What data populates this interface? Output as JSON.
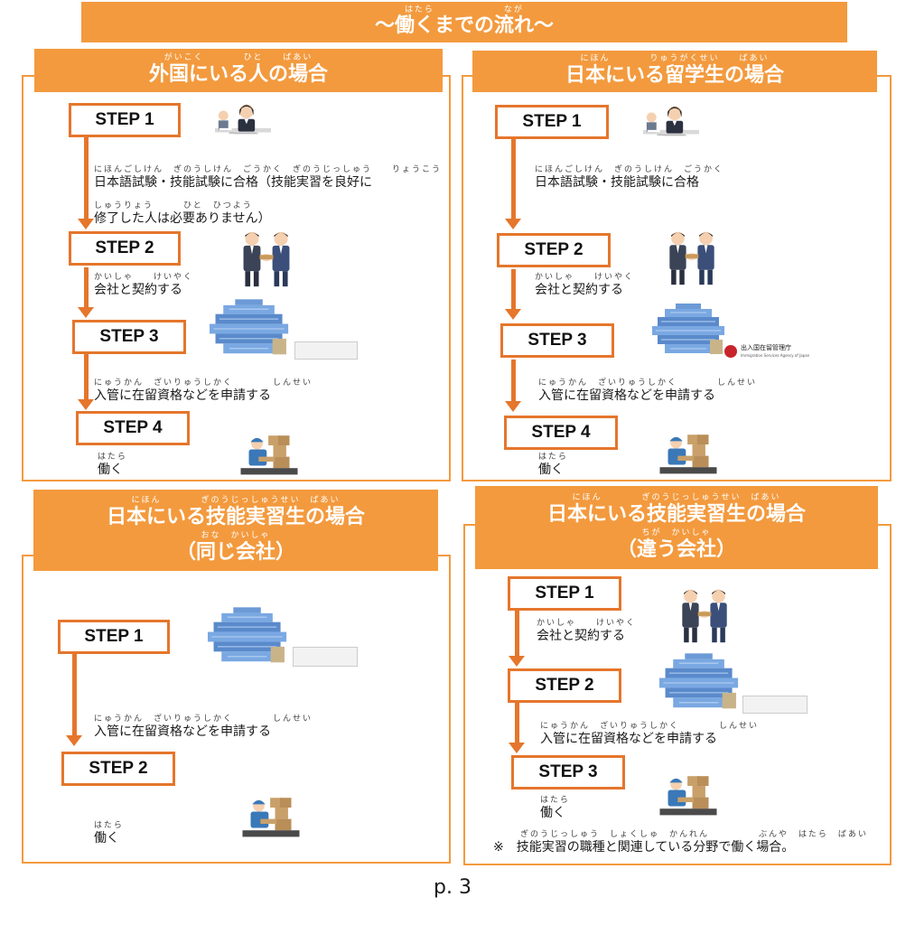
{
  "title": {
    "ruby": "はたら　　　　　　　なが",
    "text": "～働くまでの流れ～"
  },
  "panels": {
    "abroad": {
      "ruby": "がいこく　　　　ひと　　ばあい",
      "heading": "外国にいる人の場合",
      "steps": [
        "STEP 1",
        "STEP  2",
        "STEP  3",
        "STEP  4"
      ],
      "texts": [
        {
          "ruby": "にほんごしけん　ぎのうしけん　ごうかく　ぎのうじっしゅう　　りょうこう",
          "text": "日本語試験・技能試験に合格（技能実習を良好に"
        },
        {
          "ruby": "しゅうりょう　　　ひと　ひつよう",
          "text": "修了した人は必要ありません）"
        },
        {
          "ruby": "かいしゃ　　けいやく",
          "text": "会社と契約する"
        },
        {
          "ruby": "にゅうかん　ざいりゅうしかく　　　　しんせい",
          "text": "入管に在留資格などを申請する"
        },
        {
          "ruby": "はたら",
          "text": "働く"
        }
      ]
    },
    "student": {
      "ruby": "にほん　　　　りゅうがくせい　　ばあい",
      "heading": "日本にいる留学生の場合",
      "steps": [
        "STEP 1",
        "STEP  2",
        "STEP  3",
        "STEP  4"
      ],
      "texts": [
        {
          "ruby": "にほんごしけん　ぎのうしけん　ごうかく",
          "text": "日本語試験・技能試験に合格"
        },
        {
          "ruby": "かいしゃ　　けいやく",
          "text": "会社と契約する"
        },
        {
          "ruby": "にゅうかん　ざいりゅうしかく　　　　しんせい",
          "text": "入管に在留資格などを申請する"
        },
        {
          "ruby": "はたら",
          "text": "働く"
        }
      ],
      "agency_label": "出入国在留管理庁",
      "agency_sub": "Immigration Services Agency of Japan"
    },
    "trainee_same": {
      "ruby": "にほん　　　　ぎのうじっしゅうせい　ばあい",
      "heading": "日本にいる技能実習生の場合",
      "ruby2": "おな　かいしゃ",
      "heading2": "（同じ会社）",
      "steps": [
        "STEP 1",
        "STEP  2"
      ],
      "texts": [
        {
          "ruby": "にゅうかん　ざいりゅうしかく　　　　しんせい",
          "text": "入管に在留資格などを申請する"
        },
        {
          "ruby": "はたら",
          "text": "働く"
        }
      ]
    },
    "trainee_diff": {
      "ruby": "にほん　　　　ぎのうじっしゅうせい　ばあい",
      "heading": "日本にいる技能実習生の場合",
      "ruby2": "ちが　かいしゃ",
      "heading2": "（違う会社）",
      "steps": [
        "STEP 1",
        "STEP  2",
        "STEP  3"
      ],
      "texts": [
        {
          "ruby": "かいしゃ　　けいやく",
          "text": "会社と契約する"
        },
        {
          "ruby": "にゅうかん　ざいりゅうしかく　　　　しんせい",
          "text": "入管に在留資格などを申請する"
        },
        {
          "ruby": "はたら",
          "text": "働く"
        }
      ],
      "note_ruby": "ぎのうじっしゅう　しょくしゅ　かんれん　　　　　ぶんや　はたら　ばあい",
      "note": "※　技能実習の職種と関連している分野で働く場合。"
    }
  },
  "page_number": "p. 3",
  "icons": [
    "exam-person-icon",
    "handshake-icon",
    "office-building-icon",
    "warehouse-worker-icon"
  ],
  "colors": {
    "accent": "#f39a3e",
    "arrow": "#e5762c"
  }
}
